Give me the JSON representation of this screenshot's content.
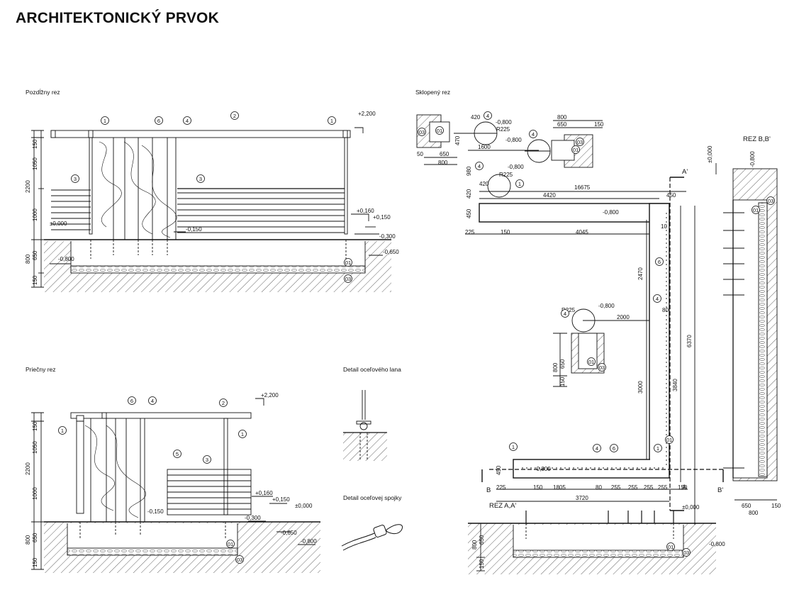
{
  "page": {
    "title": "ARCHITEKTONICKÝ PRVOK"
  },
  "views": {
    "longitudinal": "Pozdĺžny rez",
    "transverse": "Priečny rez",
    "folded": "Sklopený rez",
    "rope_detail": "Detail oceľového lana",
    "joint_detail": "Detail oceľovej spojky",
    "section_bb": "REZ B,B'",
    "section_aa": "REZ A,A'"
  },
  "labels": {
    "l_2200_top": "+2,200",
    "l_0160": "+0,160",
    "l_0150": "+0,150",
    "l_0000": "±0,000",
    "l_m0150": "-0,150",
    "l_m0300": "-0,300",
    "l_m0650": "-0,650",
    "l_m0800": "-0,800",
    "d150": "150",
    "d1050": "1050",
    "d2200": "2200",
    "d1000": "1000",
    "d800": "800",
    "d650": "650",
    "c1": "1",
    "c2": "2",
    "c3": "3",
    "c4": "4",
    "c5": "5",
    "c6": "6",
    "c01": "01",
    "c03": "03",
    "r225": "R225",
    "d420": "420",
    "d470": "470",
    "d980": "980",
    "d450": "450",
    "d50": "50",
    "d1600": "1600",
    "d16675": "16675",
    "d4420": "4420",
    "d4045": "4045",
    "d225": "225",
    "d2470": "2470",
    "d2000": "2000",
    "d3000": "3000",
    "d3840": "3840",
    "d6370": "6370",
    "d1805": "1805",
    "d80": "80",
    "d255": "255",
    "d3720": "3720",
    "d10": "10",
    "A": "A",
    "A2": "A'",
    "B": "B",
    "B2": "B'"
  }
}
